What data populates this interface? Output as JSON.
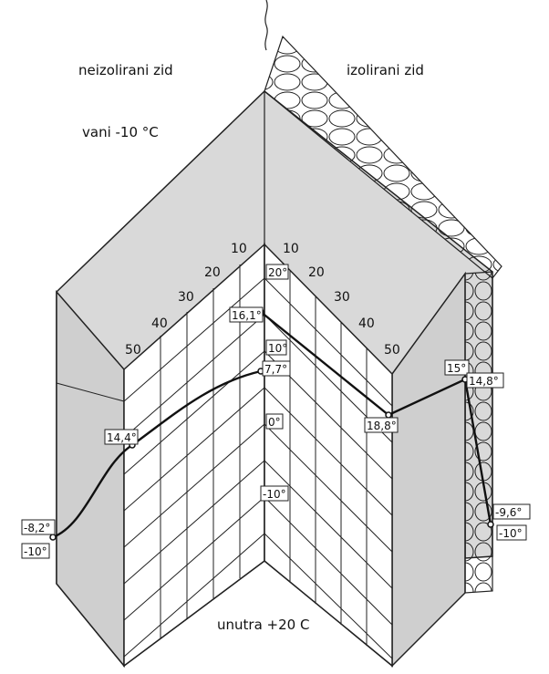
{
  "labels": {
    "left_wall": "neizolirani zid",
    "right_wall": "izolirani zid",
    "outside": "vani  -10 °C",
    "inside": "unutra +20  C"
  },
  "left_scale": [
    "50",
    "40",
    "30",
    "20",
    "10"
  ],
  "right_scale": [
    "10",
    "20",
    "30",
    "40",
    "50"
  ],
  "center_scale": [
    "20°",
    "10°",
    "0°",
    "-10°"
  ],
  "points": {
    "left_outer": "-8,2°",
    "left_outer_ref": "-10°",
    "left_mid": "14,4°",
    "corner_upper": "16,1°",
    "corner_lower": "7,7°",
    "right_mid": "18,8°",
    "right_insul_inner": "15°",
    "right_insul_inner_value": "14,8°",
    "right_outer": "-9,6°",
    "right_outer_ref": "-10°"
  },
  "colors": {
    "wall_fill": "#d9d9d9",
    "face_fill": "#cfcfcf",
    "line": "#111111"
  }
}
